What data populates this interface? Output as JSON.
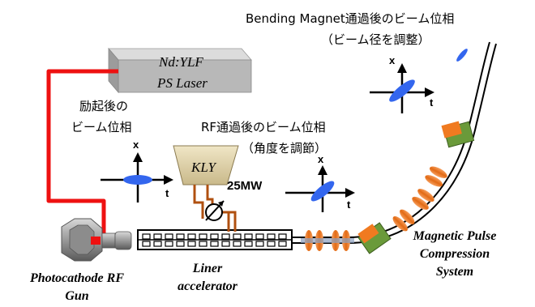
{
  "laser": {
    "line1": "Nd:YLF",
    "line2": "PS Laser"
  },
  "labels": {
    "excitation_phase_1": "励起後の",
    "excitation_phase_2": "ビーム位相",
    "rf_phase_1": "RF通過後のビーム位相",
    "rf_phase_2": "（角度を調節）",
    "bending_phase_1": "Bending Magnet通過後のビーム位相",
    "bending_phase_2": "（ビーム径を調整）",
    "kly": "KLY",
    "power": "25MW",
    "gun_1": "Photocathode RF",
    "gun_2": "Gun",
    "linac_1": "Liner",
    "linac_2": "accelerator",
    "mpc_1": "Magnetic Pulse",
    "mpc_2": "Compression",
    "mpc_3": "System"
  },
  "axes": {
    "x": "x",
    "t": "t"
  },
  "colors": {
    "beam_ellipse": "#3366ee",
    "laser_fiber": "#ee1111",
    "waveguide": "#b05010",
    "magnet_orange": "#f07a20",
    "magnet_green": "#6a9a3a",
    "laser_box": "#b8b8b8"
  }
}
